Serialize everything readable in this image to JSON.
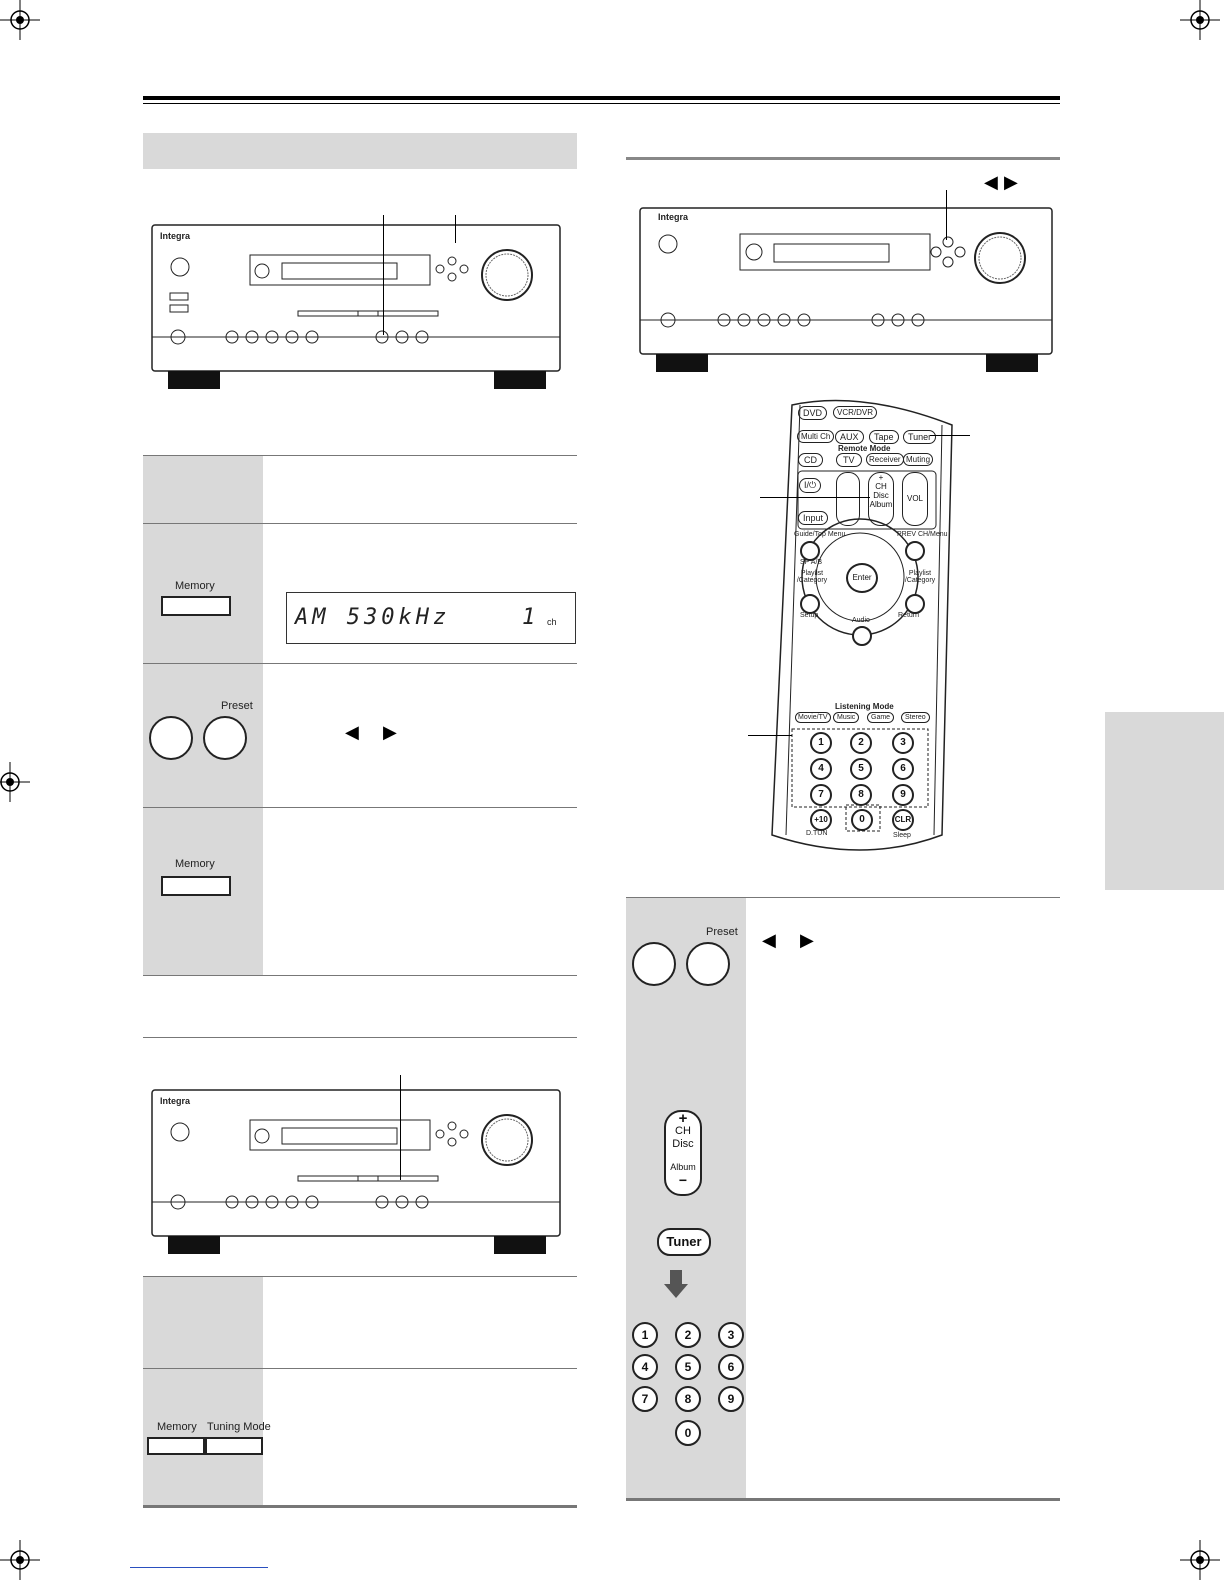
{
  "front_panel": {
    "brand": "Integra"
  },
  "display": {
    "text": "AM  530kHz",
    "preset_number": "1",
    "preset_unit": "ch"
  },
  "labels": {
    "memory": "Memory",
    "preset": "Preset",
    "tuning_mode": "Tuning Mode",
    "tuner": "Tuner",
    "ch_top": "+",
    "ch": "CH",
    "disc": "Disc",
    "album": "Album",
    "ch_bottom": "−"
  },
  "arrows": {
    "left": "◀",
    "right": "▶"
  },
  "remote": {
    "row1": [
      "DVD",
      "VCR/DVR"
    ],
    "row2": [
      "Multi Ch",
      "AUX",
      "Tape",
      "Tuner"
    ],
    "remote_mode": "Remote Mode",
    "row3": [
      "CD",
      "TV",
      "Receiver",
      "Muting"
    ],
    "power": "I/⏻",
    "input": "Input",
    "vol": "VOL",
    "guide": "Guide/Top Menu",
    "prev": "PREV CH/Menu",
    "sp": "SP A/B",
    "playlist_left": "Playlist /Category",
    "playlist_right": "Playlist /Category",
    "enter": "Enter",
    "setup": "Setup",
    "audio": "Audio",
    "return": "Return",
    "listening_mode": "Listening Mode",
    "lm_buttons": [
      "Movie/TV",
      "Music",
      "Game",
      "Stereo"
    ],
    "digits": [
      "1",
      "2",
      "3",
      "4",
      "5",
      "6",
      "7",
      "8",
      "9"
    ],
    "plus10": "+10",
    "zero": "0",
    "clr": "CLR",
    "sleep": "Sleep",
    "dtun": "D.TUN"
  },
  "keypad": [
    "1",
    "2",
    "3",
    "4",
    "5",
    "6",
    "7",
    "8",
    "9",
    "0"
  ]
}
